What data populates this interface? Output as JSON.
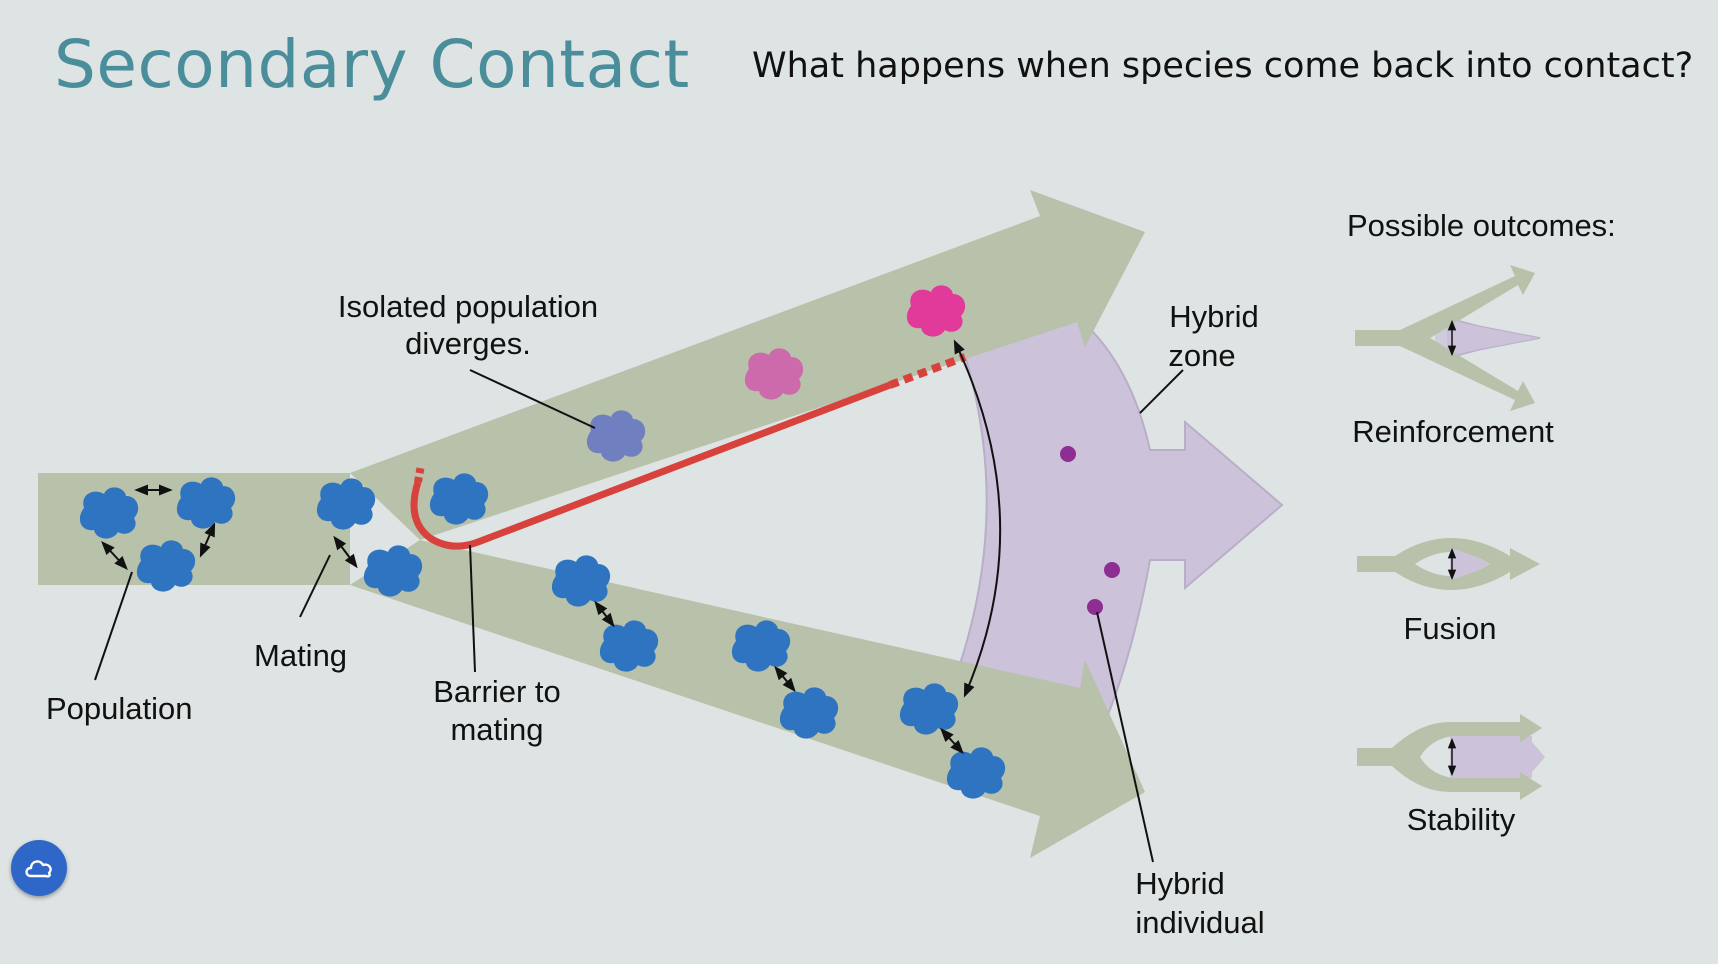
{
  "slide": {
    "title": "Secondary Contact",
    "question": "What happens when species come back into contact?"
  },
  "labels": {
    "population": "Population",
    "mating": "Mating",
    "barrier_line1": "Barrier to",
    "barrier_line2": "mating",
    "isolated_line1": "Isolated population",
    "isolated_line2": "diverges.",
    "hybrid_zone_line1": "Hybrid",
    "hybrid_zone_line2": "zone",
    "hybrid_individual_line1": "Hybrid",
    "hybrid_individual_line2": "individual"
  },
  "outcomes": {
    "heading": "Possible outcomes:",
    "items": [
      "Reinforcement",
      "Fusion",
      "Stability"
    ]
  },
  "colors": {
    "background": "#dee3e3",
    "title": "#4a8e9b",
    "channel": "#b8c1aa",
    "hybrid_zone": "#ccc2da",
    "barrier": "#d8423c",
    "population_blue": "#2f74c0",
    "diverged_pink": "#e23a9a",
    "hybrid_dot": "#8e2e92"
  },
  "controls": {
    "cloud_icon": "cloud-icon"
  }
}
